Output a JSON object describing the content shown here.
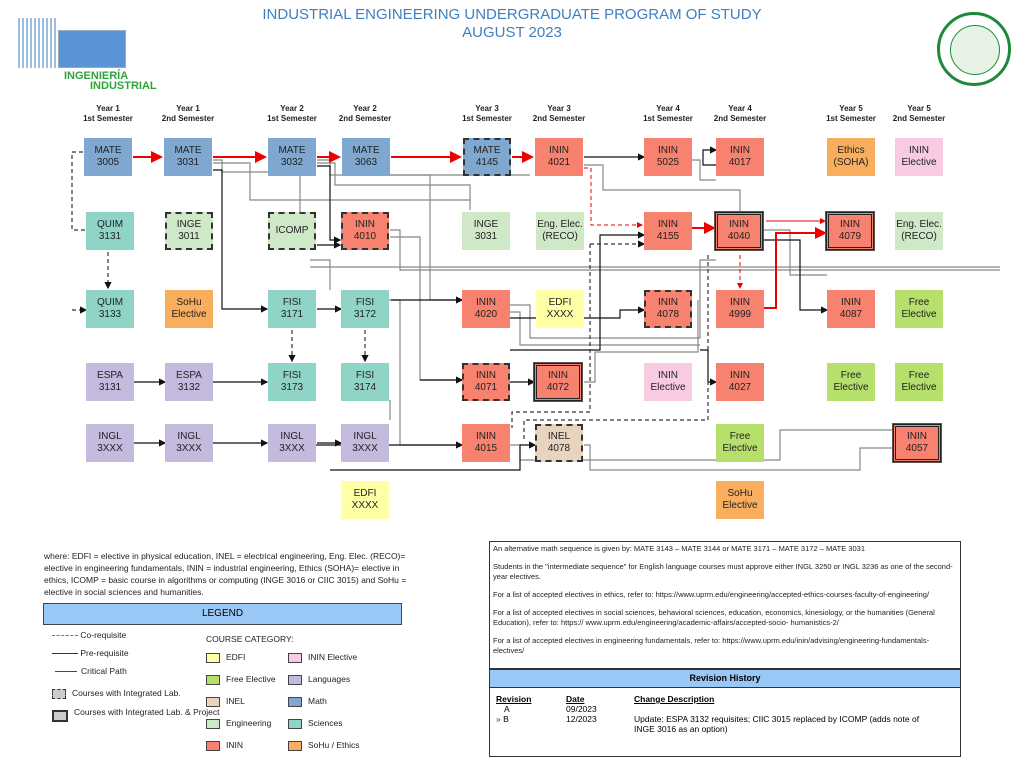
{
  "header": {
    "title_line1": "INDUSTRIAL ENGINEERING UNDERGRADUATE PROGRAM OF STUDY",
    "title_line2": "AUGUST 2023",
    "logo_text1": "INGENIERÍA",
    "logo_text2": "INDUSTRIAL"
  },
  "semesters": [
    {
      "year": "Year 1",
      "sem": "1st Semester"
    },
    {
      "year": "Year 1",
      "sem": "2nd Semester"
    },
    {
      "year": "Year 2",
      "sem": "1st Semester"
    },
    {
      "year": "Year 2",
      "sem": "2nd Semester"
    },
    {
      "year": "Year 3",
      "sem": "1st Semester"
    },
    {
      "year": "Year 3",
      "sem": "2nd Semester"
    },
    {
      "year": "Year 4",
      "sem": "1st Semester"
    },
    {
      "year": "Year 4",
      "sem": "2nd Semester"
    },
    {
      "year": "Year 5",
      "sem": "1st Semester"
    },
    {
      "year": "Year 5",
      "sem": "2nd Semester"
    }
  ],
  "courses": [
    {
      "a": "MATE",
      "b": "3005"
    },
    {
      "a": "MATE",
      "b": "3031"
    },
    {
      "a": "MATE",
      "b": "3032"
    },
    {
      "a": "MATE",
      "b": "3063"
    },
    {
      "a": "MATE",
      "b": "4145"
    },
    {
      "a": "ININ",
      "b": "4021"
    },
    {
      "a": "ININ",
      "b": "5025"
    },
    {
      "a": "ININ",
      "b": "4017"
    },
    {
      "a": "Ethics",
      "b": "(SOHA)"
    },
    {
      "a": "ININ",
      "b": "Elective"
    },
    {
      "a": "QUIM",
      "b": "3131"
    },
    {
      "a": "INGE",
      "b": "3011"
    },
    {
      "a": "ICOMP",
      "b": ""
    },
    {
      "a": "ININ",
      "b": "4010"
    },
    {
      "a": "INGE",
      "b": "3031"
    },
    {
      "a": "Eng. Elec.",
      "b": "(RECO)"
    },
    {
      "a": "ININ",
      "b": "4155"
    },
    {
      "a": "ININ",
      "b": "4040"
    },
    {
      "a": "ININ",
      "b": "4079"
    },
    {
      "a": "Eng. Elec.",
      "b": "(RECO)"
    },
    {
      "a": "QUIM",
      "b": "3133"
    },
    {
      "a": "SoHu",
      "b": "Elective"
    },
    {
      "a": "FISI",
      "b": "3171"
    },
    {
      "a": "FISI",
      "b": "3172"
    },
    {
      "a": "ININ",
      "b": "4020"
    },
    {
      "a": "EDFI",
      "b": "XXXX"
    },
    {
      "a": "ININ",
      "b": "4078"
    },
    {
      "a": "ININ",
      "b": "4999"
    },
    {
      "a": "ININ",
      "b": "4087"
    },
    {
      "a": "Free",
      "b": "Elective"
    },
    {
      "a": "ESPA",
      "b": "3131"
    },
    {
      "a": "ESPA",
      "b": "3132"
    },
    {
      "a": "FISI",
      "b": "3173"
    },
    {
      "a": "FISI",
      "b": "3174"
    },
    {
      "a": "ININ",
      "b": "4071"
    },
    {
      "a": "ININ",
      "b": "4072"
    },
    {
      "a": "ININ",
      "b": "Elective"
    },
    {
      "a": "ININ",
      "b": "4027"
    },
    {
      "a": "Free",
      "b": "Elective"
    },
    {
      "a": "Free",
      "b": "Elective"
    },
    {
      "a": "INGL",
      "b": "3XXX"
    },
    {
      "a": "INGL",
      "b": "3XXX"
    },
    {
      "a": "INGL",
      "b": "3XXX"
    },
    {
      "a": "INGL",
      "b": "3XXX"
    },
    {
      "a": "ININ",
      "b": "4015"
    },
    {
      "a": "INEL",
      "b": "4078"
    },
    {
      "a": "Free",
      "b": "Elective"
    },
    {
      "a": "ININ",
      "b": "4057"
    },
    {
      "a": "EDFI",
      "b": "XXXX"
    },
    {
      "a": "SoHu",
      "b": "Elective"
    }
  ],
  "where_note": "where: EDFI = elective in physical education, INEL = electrical engineering, Eng. Elec. (RECO)= elective in engineering fundamentals, ININ = industrial engineering, Ethics (SOHA)= elective in ethics, ICOMP = basic course in algorithms or computing (INGE 3016 or CIIC 3015) and SoHu = elective in social sciences and humanities.",
  "legend": {
    "title": "LEGEND",
    "coreq": "Co-requisite",
    "prereq": "Pre-requisite",
    "critical": "Critical Path",
    "lab": "Courses with Integrated Lab.",
    "project": "Courses with Integrated Lab. & Project",
    "category_title": "COURSE CATEGORY:",
    "categories": [
      {
        "label": "EDFI",
        "color": "#ffffa6"
      },
      {
        "label": "ININ Elective",
        "color": "#f8cbe3"
      },
      {
        "label": "Free Elective",
        "color": "#b6df6c"
      },
      {
        "label": "Languages",
        "color": "#c3bade"
      },
      {
        "label": "INEL",
        "color": "#e8d3be"
      },
      {
        "label": "Math",
        "color": "#7ea8cf"
      },
      {
        "label": "Engineering",
        "color": "#cfe8c8"
      },
      {
        "label": "Sciences",
        "color": "#8fd4c6"
      },
      {
        "label": "ININ",
        "color": "#f7826f"
      },
      {
        "label": "SoHu / Ethics",
        "color": "#f9ae5e"
      }
    ]
  },
  "notes": [
    "An alternative math sequence is given by: MATE 3143 – MATE 3144 or MATE 3171 – MATE 3172 – MATE 3031",
    "Students in the \"intermediate sequence\" for English language courses must approve either INGL 3250 or INGL 3236 as one of the second-year electives.",
    "For a list of accepted electives in ethics, refer to: https://www.uprm.edu/engineering/accepted-ethics-courses-faculty-of-engineering/",
    "For a list of accepted electives in social sciences, behavioral sciences, education, economics, kinesiology, or the humanities (General Education), refer to: https:// www.uprm.edu/engineering/academic-affairs/accepted-socio- humanistics-2/",
    "For a list of accepted electives in engineering fundamentals, refer to: https://www.uprm.edu/inin/advising/engineering-fundamentals-electives/"
  ],
  "revision": {
    "title": "Revision History",
    "col_revision": "Revision",
    "col_date": "Date",
    "col_desc": "Change Description",
    "rows": [
      {
        "rev": "A",
        "date": "09/2023",
        "desc": ""
      },
      {
        "rev": "B",
        "date": "12/2023",
        "desc": "Update: ESPA 3132 requisites; CIIC 3015 replaced by ICOMP (adds note of INGE 3016 as an option)"
      }
    ]
  }
}
